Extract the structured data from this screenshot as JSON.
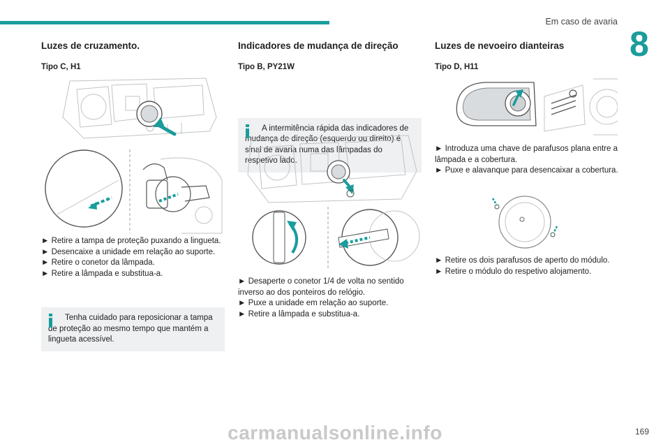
{
  "header": {
    "section_title": "Em caso de avaria",
    "chapter_number": "8"
  },
  "col1": {
    "title": "Luzes de cruzamento.",
    "subtitle": "Tipo C, H1",
    "steps": [
      "► Retire a tampa de proteção puxando a lingueta.",
      "► Desencaixe a unidade em relação ao suporte.",
      "► Retire o conetor da lâmpada.",
      "► Retire a lâmpada e substitua-a."
    ],
    "note": "Tenha cuidado para reposicionar a tampa de proteção ao mesmo tempo que mantém a lingueta acessível."
  },
  "col2": {
    "title": "Indicadores de mudança de direção",
    "subtitle": "Tipo B, PY21W",
    "note": "A intermitência rápida das indicadores de mudança de direção (esquerdo ou direito) é sinal de avaria numa das lâmpadas do respetivo lado.",
    "steps": [
      "► Desaperte o conetor 1/4 de volta no sentido inverso ao dos ponteiros do relógio.",
      "► Puxe a unidade em relação ao suporte.",
      "► Retire a lâmpada e substitua-a."
    ]
  },
  "col3": {
    "title": "Luzes de nevoeiro dianteiras",
    "subtitle": "Tipo D, H11",
    "steps_a": [
      "► Introduza uma chave de parafusos plana entre a lâmpada e a cobertura.",
      "► Puxe e alavanque para desencaixar a cobertura."
    ],
    "steps_b": [
      "► Retire os dois parafusos de aperto do módulo.",
      "► Retire o módulo do respetivo alojamento."
    ]
  },
  "footer": {
    "page_number": "169",
    "watermark": "carmanualsonline.info"
  },
  "colors": {
    "accent": "#1a9c9c",
    "note_bg": "#eef0f1"
  }
}
